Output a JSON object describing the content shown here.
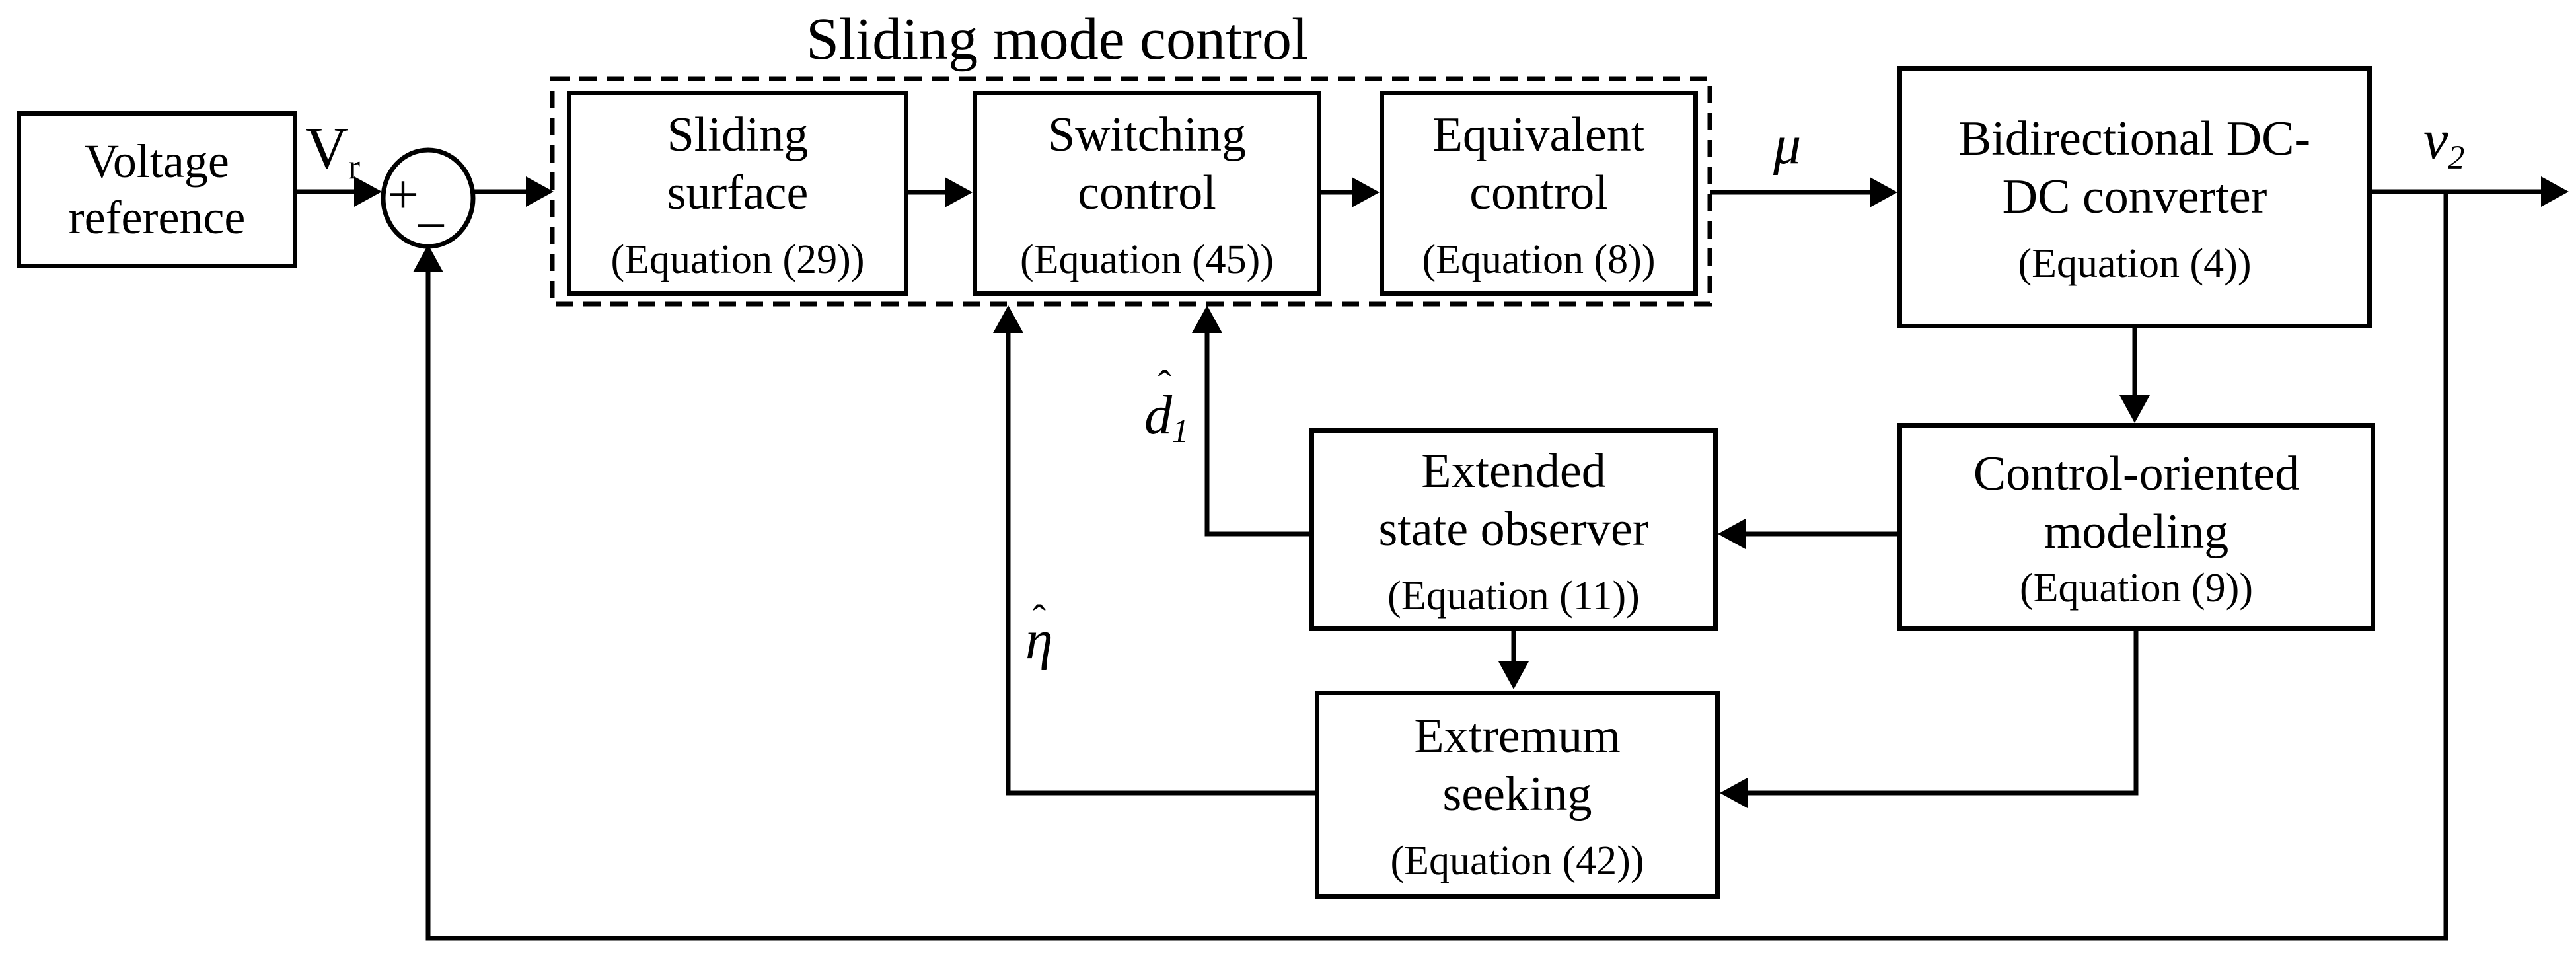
{
  "title": "Sliding mode control",
  "blocks": {
    "voltage_reference": {
      "line1": "Voltage",
      "line2": "reference"
    },
    "sliding_surface": {
      "line1": "Sliding",
      "line2": "surface",
      "equation": "(Equation (29))"
    },
    "switching_control": {
      "line1": "Switching",
      "line2": "control",
      "equation": "(Equation (45))"
    },
    "equivalent_control": {
      "line1": "Equivalent",
      "line2": "control",
      "equation": "(Equation (8))"
    },
    "dcdc_converter": {
      "line1": "Bidirectional DC-",
      "line2": "DC converter",
      "equation": "(Equation (4))"
    },
    "control_oriented_modeling": {
      "line1": "Control-oriented",
      "line2": "modeling",
      "equation": "(Equation (9))"
    },
    "extended_state_observer": {
      "line1": "Extended",
      "line2": "state observer",
      "equation": "(Equation (11))"
    },
    "extremum_seeking": {
      "line1": "Extremum",
      "line2": "seeking",
      "equation": "(Equation (42))"
    }
  },
  "signals": {
    "vr": {
      "base": "V",
      "sub": "r"
    },
    "mu": {
      "base": "μ"
    },
    "v2": {
      "base": "v",
      "sub": "2"
    },
    "d1_hat": {
      "base": "d",
      "hat": "ˆ",
      "sub": "1"
    },
    "eta_hat": {
      "base": "η",
      "hat": "ˆ"
    }
  },
  "junction": {
    "plus": "+",
    "minus": "−"
  },
  "colors": {
    "ink": "#000000",
    "background": "#ffffff"
  }
}
